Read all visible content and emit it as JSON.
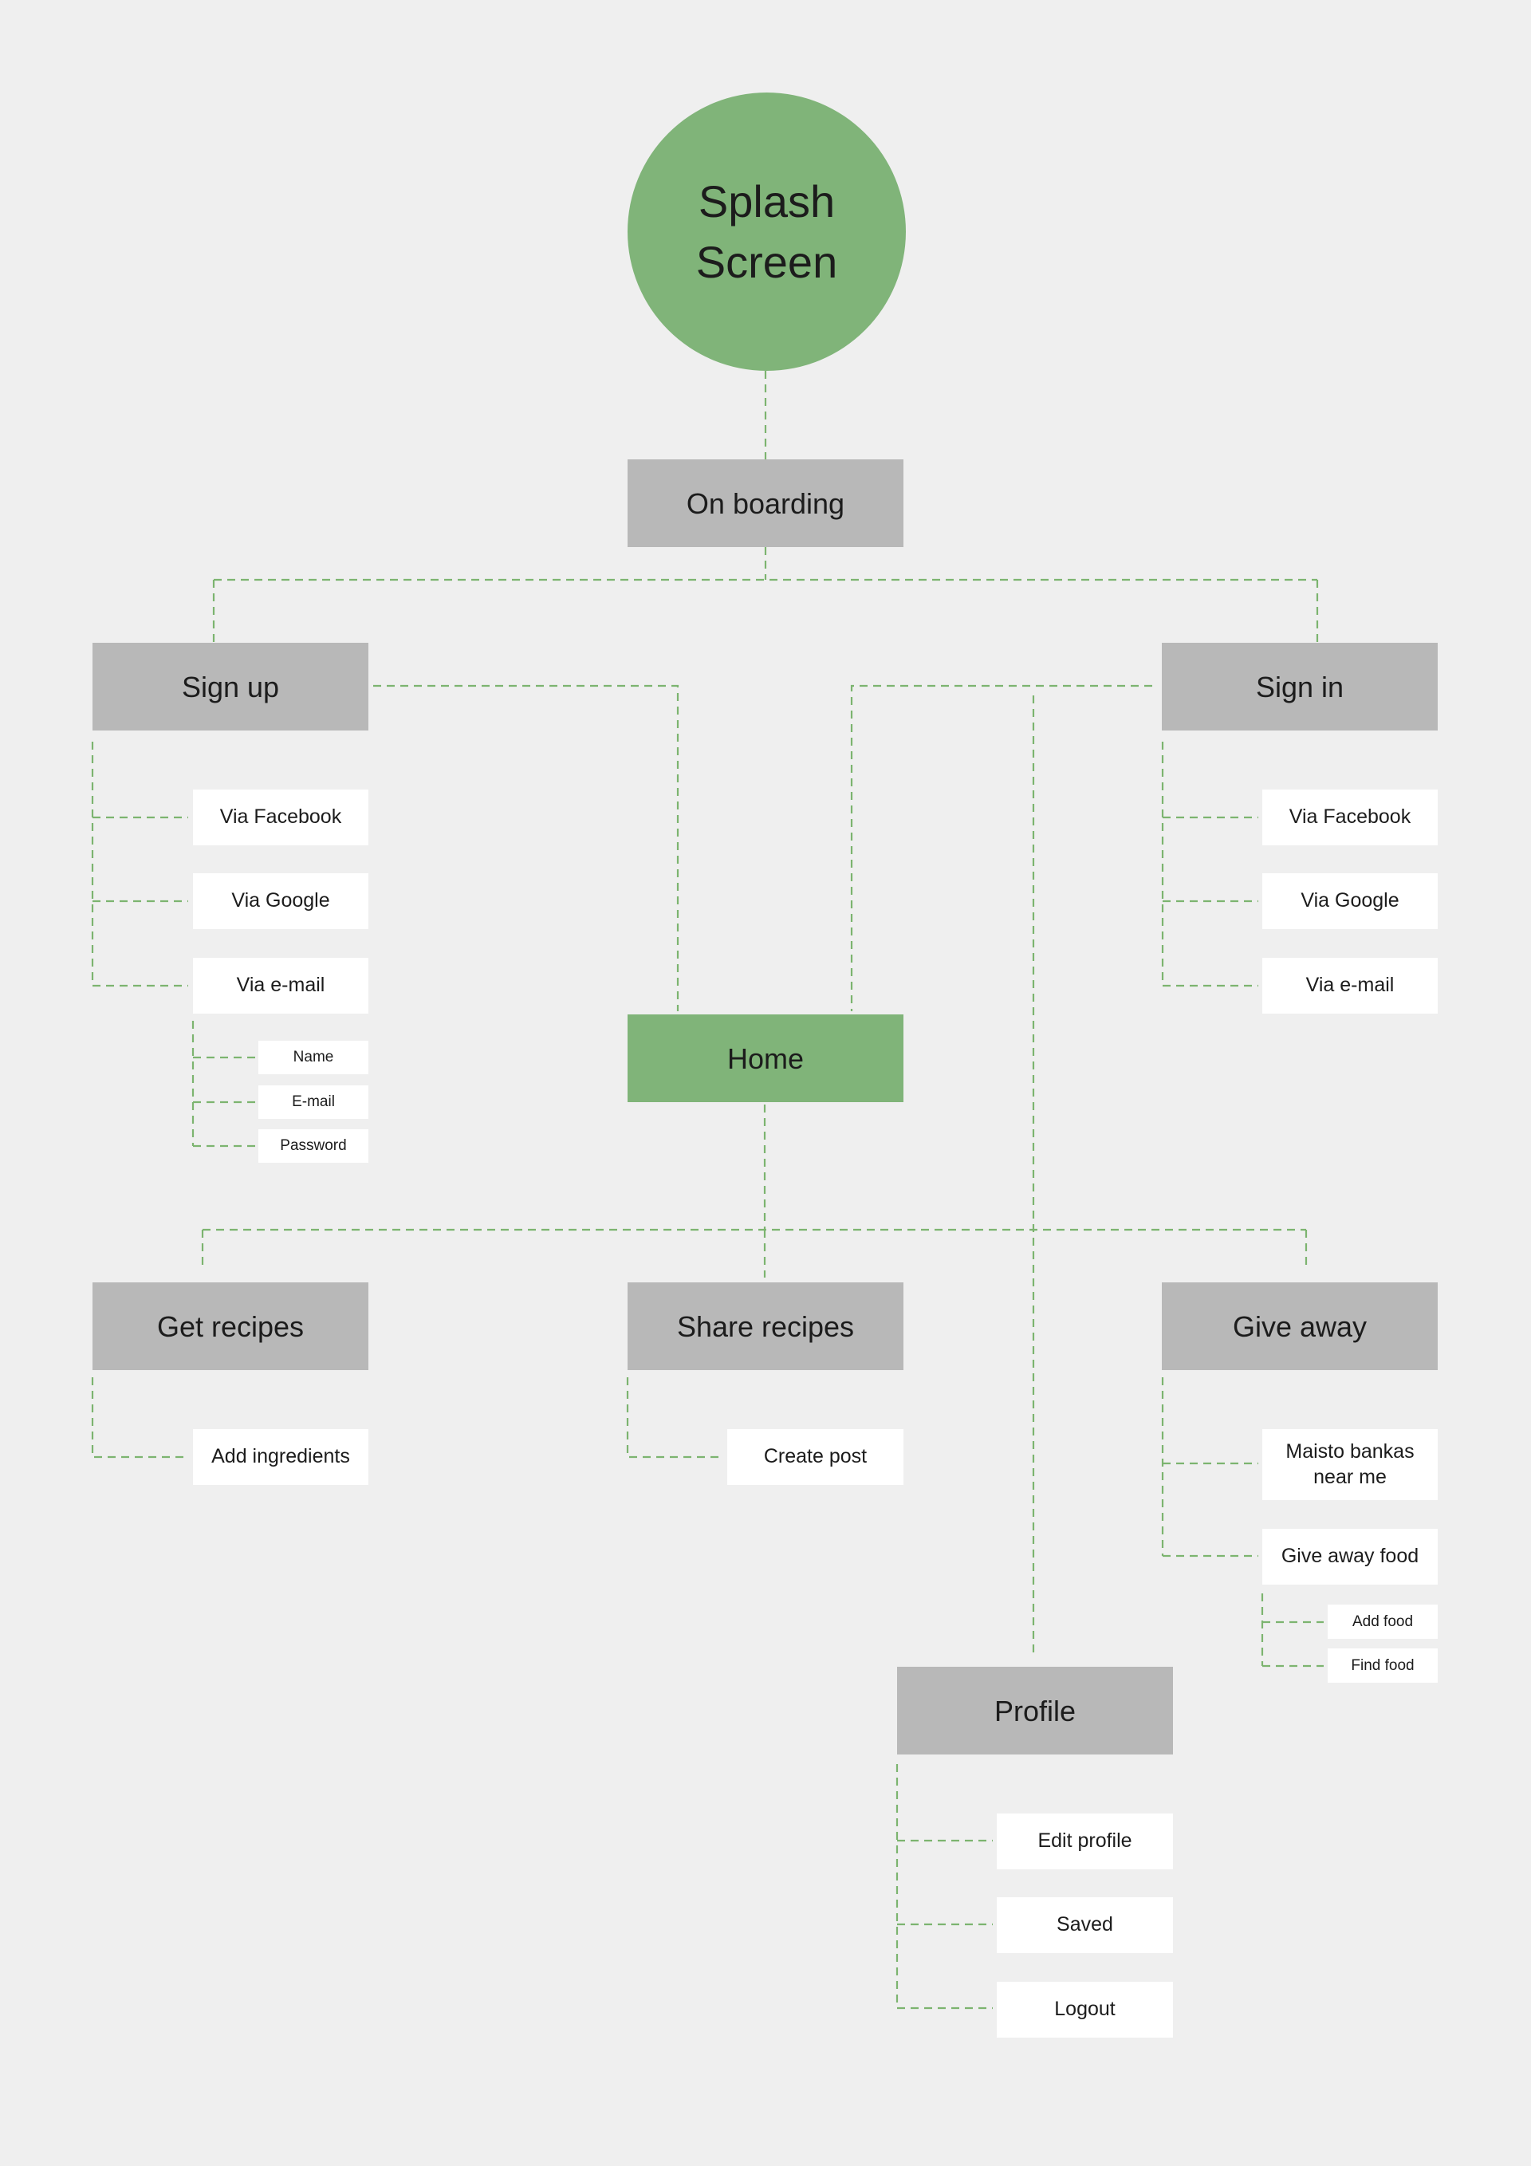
{
  "diagram": {
    "splash": "Splash\nScreen",
    "onboarding": "On boarding",
    "signup": {
      "title": "Sign up",
      "options": [
        "Via Facebook",
        "Via Google",
        "Via e-mail"
      ],
      "email_fields": [
        "Name",
        "E-mail",
        "Password"
      ]
    },
    "signin": {
      "title": "Sign in",
      "options": [
        "Via Facebook",
        "Via Google",
        "Via e-mail"
      ]
    },
    "home": "Home",
    "get_recipes": {
      "title": "Get recipes",
      "items": [
        "Add ingredients"
      ]
    },
    "share_recipes": {
      "title": "Share recipes",
      "items": [
        "Create post"
      ]
    },
    "give_away": {
      "title": "Give away",
      "items": [
        "Maisto bankas near me",
        "Give away food"
      ],
      "food_items": [
        "Add food",
        "Find food"
      ]
    },
    "profile": {
      "title": "Profile",
      "items": [
        "Edit profile",
        "Saved",
        "Logout"
      ]
    }
  },
  "colors": {
    "background": "#efefef",
    "accent_green": "#80b479",
    "primary_box": "#b8b8b8",
    "sub_box": "#ffffff",
    "connector": "#7cb46f"
  }
}
